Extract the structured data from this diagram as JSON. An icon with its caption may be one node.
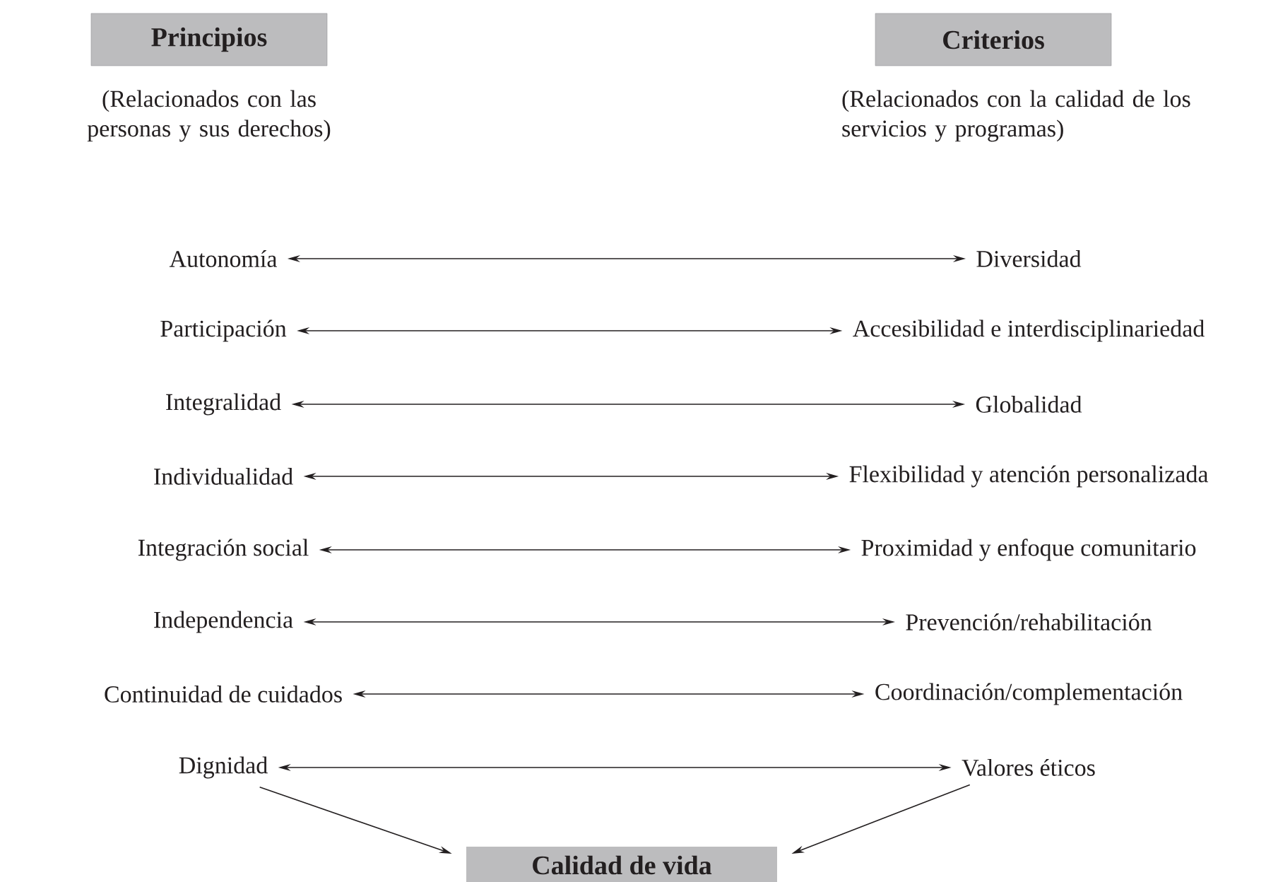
{
  "diagram": {
    "nodes": [
      {
        "text": [
          "Principios"
        ],
        "beside": [
          "(Relacionados con las personas y sus derechos)"
        ]
      },
      {
        "text": [
          "Criterios"
        ],
        "beside": [
          "(Relacionados con la calidad de los servicios y programas)"
        ]
      },
      {
        "text": [
          "Autonomía"
        ]
      },
      {
        "text": [
          "Diversidad"
        ]
      },
      {
        "text": [
          "Participación"
        ]
      },
      {
        "text": [
          "Accesibilidad e interdisciplinariedad"
        ]
      },
      {
        "text": [
          "Integralidad"
        ]
      },
      {
        "text": [
          "Globalidad"
        ]
      },
      {
        "text": [
          "Individualidad"
        ]
      },
      {
        "text": [
          "Flexibilidad y atención personalizada"
        ]
      },
      {
        "text": [
          "Integración social"
        ]
      },
      {
        "text": [
          "Proximidad y enfoque comunitario"
        ]
      },
      {
        "text": [
          "Independencia"
        ]
      },
      {
        "text": [
          "Prevención/rehabilitación"
        ]
      },
      {
        "text": [
          "Continuidad de cuidados"
        ]
      },
      {
        "text": [
          "Coordinación/complementación"
        ]
      },
      {
        "text": [
          "Dignidad"
        ]
      },
      {
        "text": [
          "Valores éticos"
        ]
      },
      {
        "text": [
          "Calidad de vida"
        ]
      }
    ],
    "edges": [
      {
        "from": 2,
        "to": 3,
        "arrow": "both"
      },
      {
        "from": 4,
        "to": 5,
        "arrow": "both"
      },
      {
        "from": 6,
        "to": 7,
        "arrow": "both"
      },
      {
        "from": 8,
        "to": 9,
        "arrow": "both"
      },
      {
        "from": 10,
        "to": 11,
        "arrow": "both"
      },
      {
        "from": 12,
        "to": 13,
        "arrow": "both"
      },
      {
        "from": 14,
        "to": 15,
        "arrow": "both"
      },
      {
        "from": 16,
        "to": 17,
        "arrow": "both"
      },
      {
        "from": 16,
        "to": 18,
        "arrow": "to"
      },
      {
        "from": 17,
        "to": 18,
        "arrow": "to"
      }
    ]
  }
}
